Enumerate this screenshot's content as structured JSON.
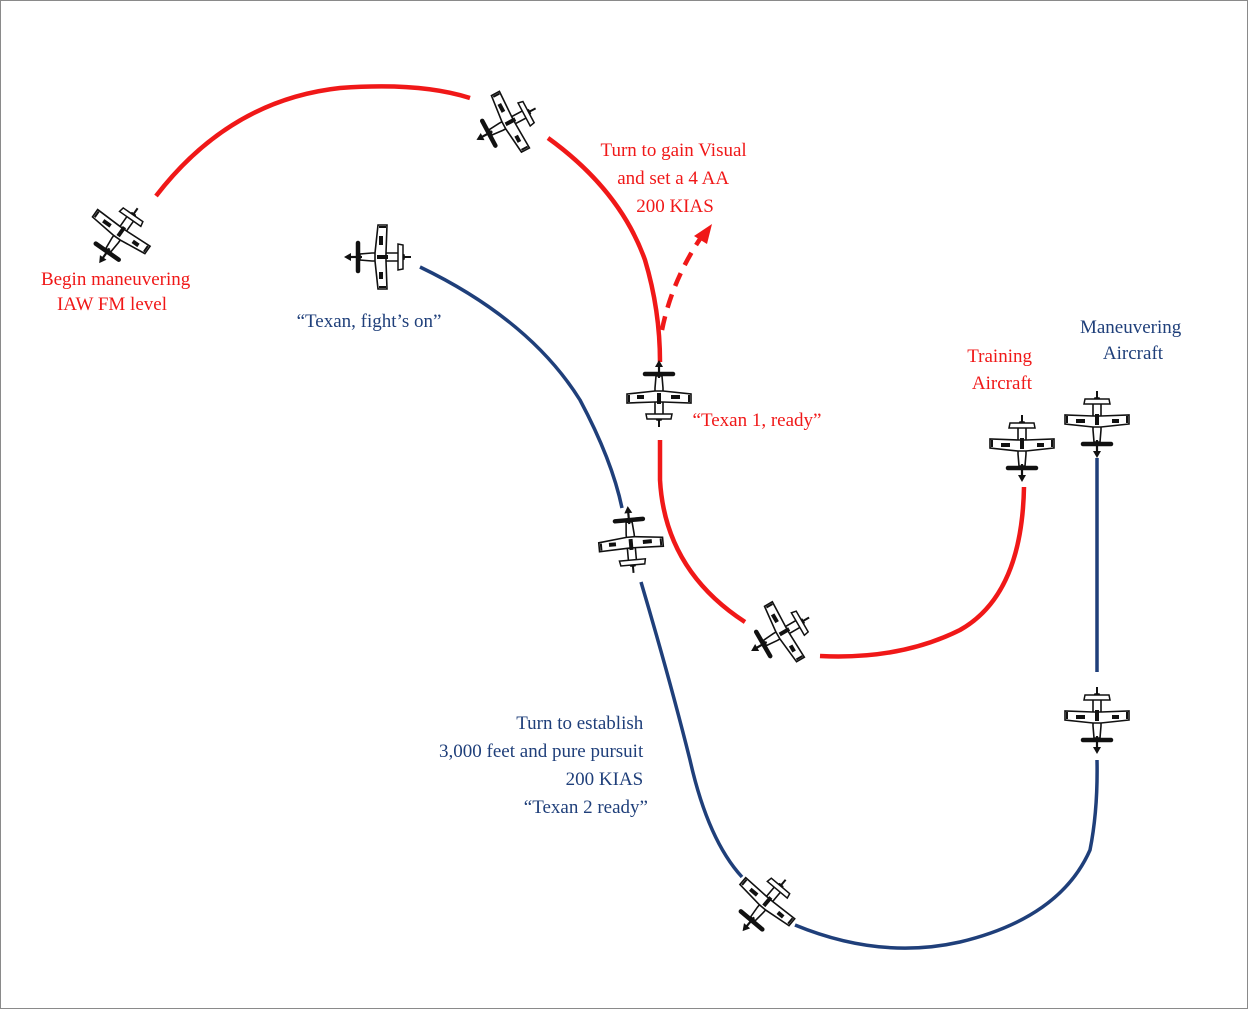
{
  "colors": {
    "training": "#f01818",
    "maneuvering": "#1f3f7a",
    "aircraft_outline": "#111111",
    "frame": "#8a8a8a"
  },
  "labels": {
    "begin_maneuvering": [
      "Begin maneuvering",
      "IAW FM level"
    ],
    "turn_to_gain": [
      "Turn to gain  Visual",
      "and set a 4 AA",
      "200 KIAS"
    ],
    "texan_fights_on": [
      "“Texan, fight’s on”"
    ],
    "texan1_ready": [
      "“Texan 1, ready”"
    ],
    "training_aircraft": [
      "Training",
      "Aircraft"
    ],
    "maneuvering_aircraft": [
      "Maneuvering",
      "Aircraft"
    ],
    "turn_to_establish": [
      "Turn to establish",
      "3,000 feet and pure pursuit",
      "200 KIAS",
      "“Texan 2 ready”"
    ]
  },
  "icons": {
    "aircraft": "t6-texan-aircraft-icon"
  }
}
